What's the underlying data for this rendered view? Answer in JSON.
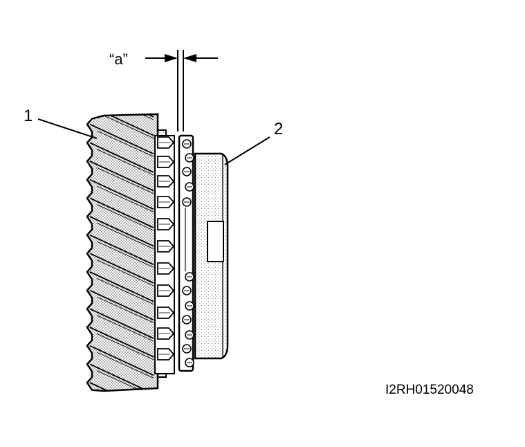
{
  "labels": {
    "dimension": "“a”",
    "part_1": "1",
    "part_2": "2",
    "figure_code": "I2RH01520048"
  },
  "colors": {
    "ink": "#000000",
    "paper": "#ffffff",
    "shade": "#b8b8b8",
    "shade_dark": "#8c8c8c"
  }
}
